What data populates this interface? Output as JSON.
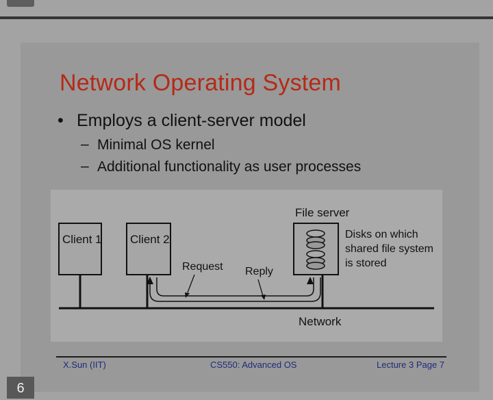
{
  "slide": {
    "title": "Network Operating System",
    "bullet": "Employs a client-server model",
    "sub_bullets": [
      "Minimal OS kernel",
      "Additional functionality as user processes"
    ]
  },
  "diagram": {
    "client1": "Client 1",
    "client2": "Client 2",
    "file_server": "File server",
    "disks_note": [
      "Disks on which",
      "shared file system",
      "is stored"
    ],
    "request": "Request",
    "reply": "Reply",
    "network": "Network"
  },
  "footer": {
    "left": "X.Sun (IIT)",
    "center": "CS550: Advanced OS",
    "right": "Lecture 3 Page 7"
  },
  "viewer": {
    "page_number": "6"
  },
  "colors": {
    "title": "#b42a16",
    "footer_text": "#1f2b7a"
  }
}
